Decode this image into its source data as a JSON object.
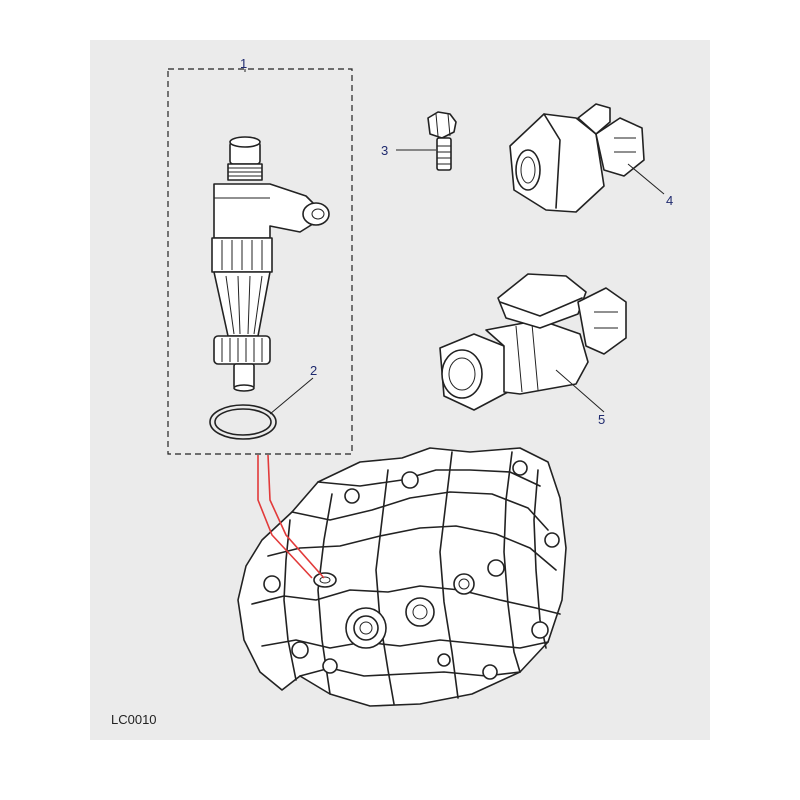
{
  "diagram": {
    "reference_code": "LC0010",
    "callouts": [
      "1",
      "2",
      "3",
      "4",
      "5"
    ]
  },
  "colors": {
    "panel_background": "#ebebeb",
    "line_art": "#222222",
    "callout_text": "#1f2a6e",
    "location_leader": "#e23a3a"
  }
}
